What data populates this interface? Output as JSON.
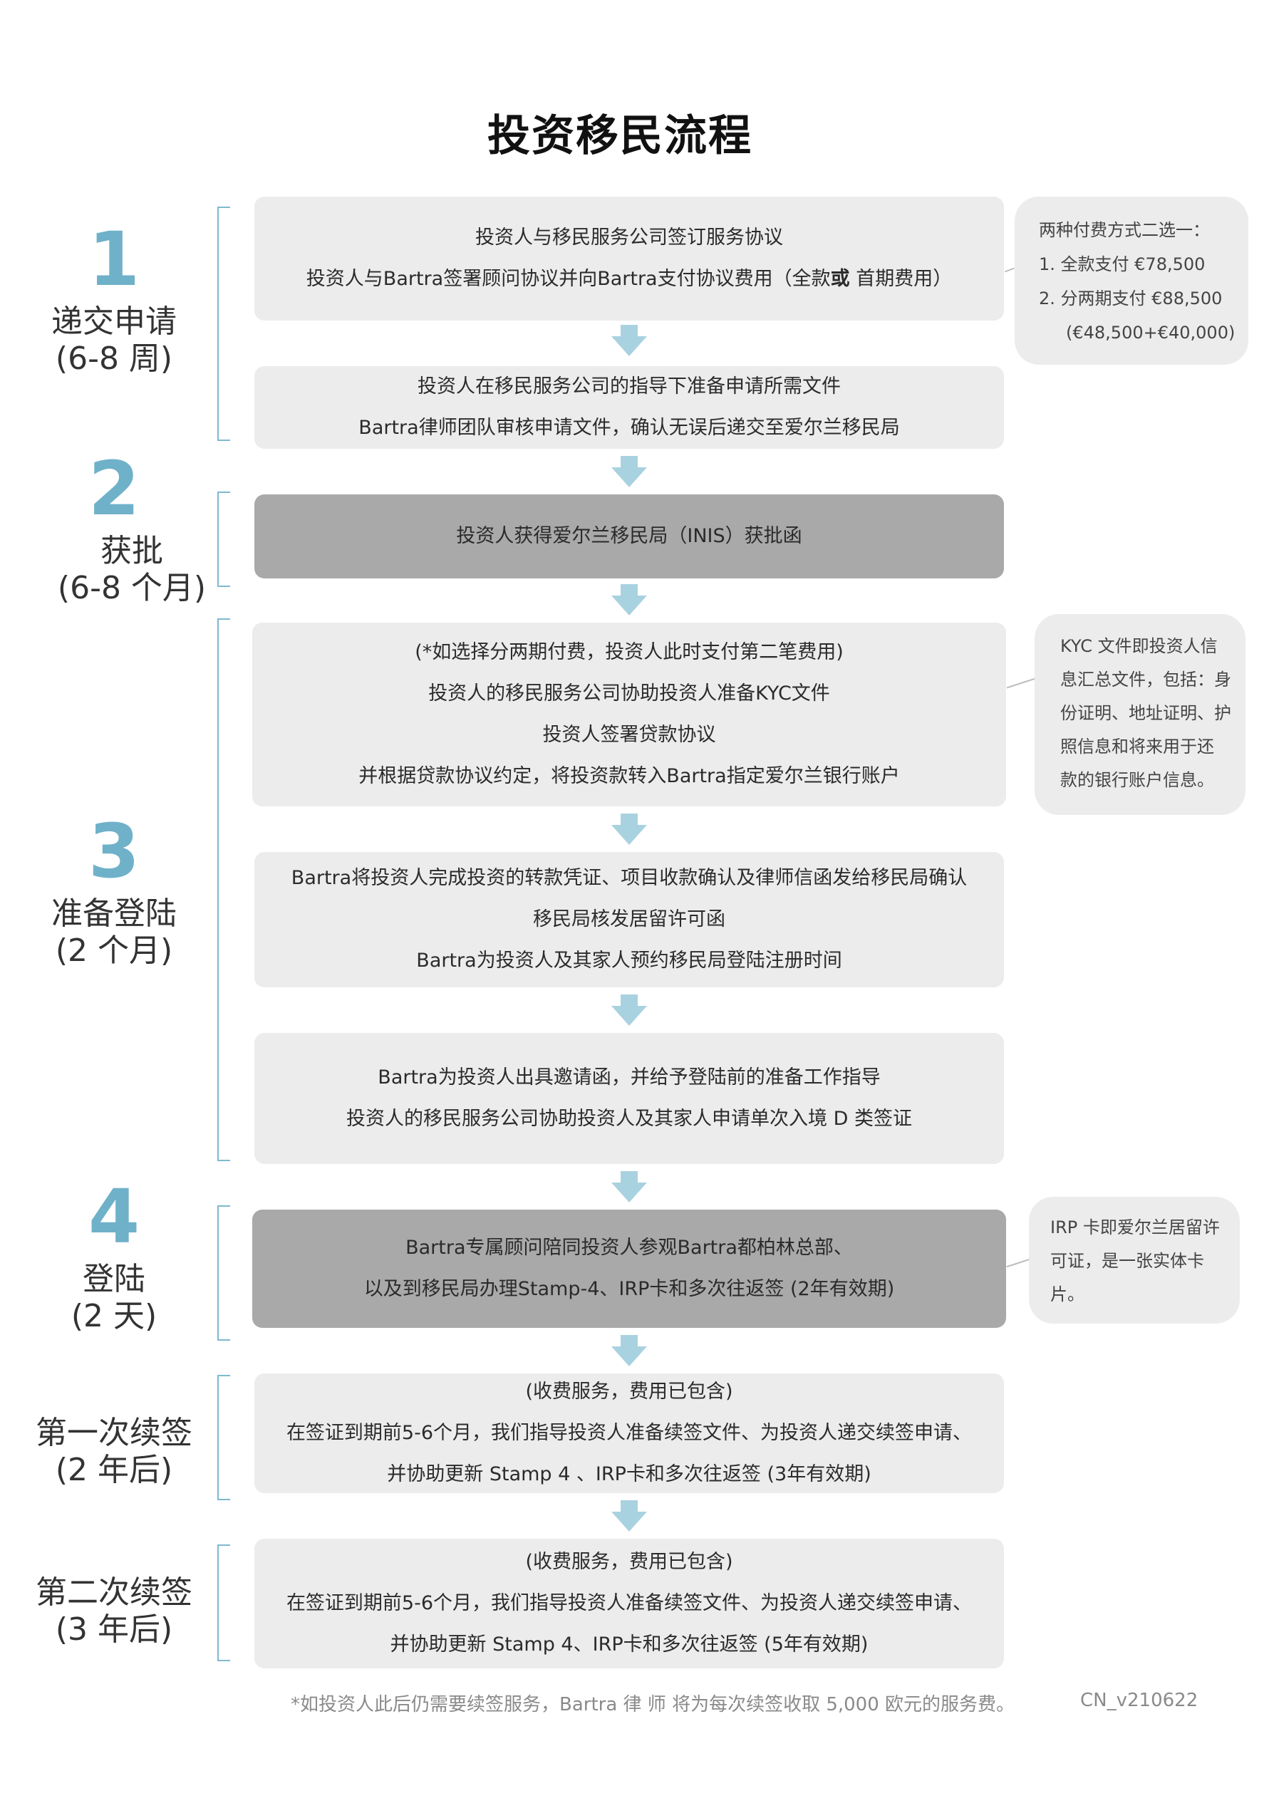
{
  "title": "投资移民流程",
  "stages": [
    {
      "num": "1",
      "name": "递交申请",
      "duration": "(6-8 周)"
    },
    {
      "num": "2",
      "name": "获批",
      "duration": "(6-8 个月)"
    },
    {
      "num": "3",
      "name": "准备登陆",
      "duration": "(2 个月)"
    },
    {
      "num": "4",
      "name": "登陆",
      "duration": "(2 天)"
    },
    {
      "num": "",
      "name": "第一次续签",
      "duration": "(2 年后)"
    },
    {
      "num": "",
      "name": "第二次续签",
      "duration": "(3 年后)"
    }
  ],
  "steps": [
    {
      "lines": [
        "投资人与移民服务公司签订服务协议",
        "投资人与Bartra签署顾问协议并向Bartra支付协议费用（全款"
      ],
      "bold_or": "或",
      "line2_tail": " 首期费用）"
    },
    {
      "lines": [
        "投资人在移民服务公司的指导下准备申请所需文件",
        "Bartra律师团队审核申请文件，确认无误后递交至爱尔兰移民局"
      ]
    },
    {
      "lines": [
        "投资人获得爱尔兰移民局（INIS）获批函"
      ]
    },
    {
      "lines": [
        "(*如选择分两期付费，投资人此时支付第二笔费用)",
        "投资人的移民服务公司协助投资人准备KYC文件",
        "投资人签署贷款协议",
        "并根据贷款协议约定，将投资款转入Bartra指定爱尔兰银行账户"
      ]
    },
    {
      "lines": [
        "Bartra将投资人完成投资的转款凭证、项目收款确认及律师信函发给移民局确认",
        "移民局核发居留许可函",
        "Bartra为投资人及其家人预约移民局登陆注册时间"
      ]
    },
    {
      "lines": [
        "Bartra为投资人出具邀请函，并给予登陆前的准备工作指导",
        "投资人的移民服务公司协助投资人及其家人申请单次入境 D 类签证"
      ]
    },
    {
      "lines": [
        "Bartra专属顾问陪同投资人参观Bartra都柏林总部、",
        "以及到移民局办理Stamp-4、IRP卡和多次往返签 (2年有效期)"
      ]
    },
    {
      "lines": [
        "(收费服务，费用已包含)",
        "在签证到期前5-6个月，我们指导投资人准备续签文件、为投资人递交续签申请、",
        "并协助更新 Stamp 4 、IRP卡和多次往返签 (3年有效期)"
      ]
    },
    {
      "lines": [
        "(收费服务，费用已包含)",
        "在签证到期前5-6个月，我们指导投资人准备续签文件、为投资人递交续签申请、",
        "并协助更新 Stamp 4、IRP卡和多次往返签 (5年有效期)"
      ]
    }
  ],
  "notes": [
    {
      "lines": [
        "两种付费方式二选一：",
        "1.  全款支付  €78,500",
        "2.  分两期支付  €88,500",
        "(€48,500+€40,000)"
      ]
    },
    {
      "lines": [
        "KYC  文件即投资人信",
        "息汇总文件，包括：身",
        "份证明、地址证明、护",
        "照信息和将来用于还",
        "款的银行账户信息。"
      ]
    },
    {
      "lines": [
        "IRP 卡即爱尔兰居留许",
        "可证，是一张实体卡",
        "片。"
      ]
    }
  ],
  "footnote": "*如投资人此后仍需要续签服务，Bartra 律 师 将为每次续签收取 5,000 欧元的服务费。",
  "version": "CN_v210622",
  "colors": {
    "accent": "#6fb1c9",
    "arrow": "#a9d2e0",
    "box": "#ececec",
    "box_dark": "#a9a9a9"
  }
}
